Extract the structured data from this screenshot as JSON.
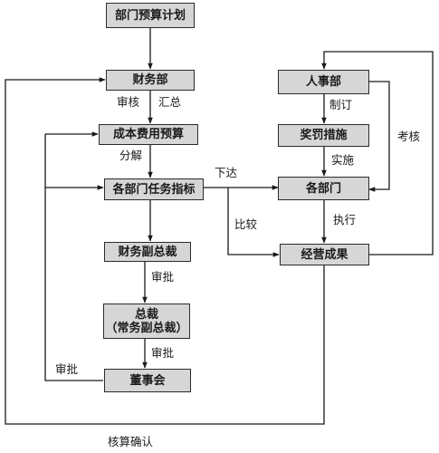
{
  "nodes": {
    "dept_budget_plan": "部门预算计划",
    "finance_dept": "财务部",
    "cost_budget": "成本费用预算",
    "dept_task_targets": "各部门任务指标",
    "finance_vp": "财务副总裁",
    "ceo_line1": "总裁",
    "ceo_line2": "（常务副总裁）",
    "board": "董事会",
    "hr_dept": "人事部",
    "reward_penalty": "奖罚措施",
    "departments": "各部门",
    "business_results": "经营成果"
  },
  "edge_labels": {
    "review": "审核",
    "summarize": "汇总",
    "decompose": "分解",
    "issue": "下达",
    "compare": "比较",
    "approve_vp": "审批",
    "approve_ceo": "审批",
    "approve_board": "审批",
    "formulate": "制订",
    "implement": "实施",
    "execute": "执行",
    "assess": "考核",
    "accounting_confirm": "核算确认"
  }
}
